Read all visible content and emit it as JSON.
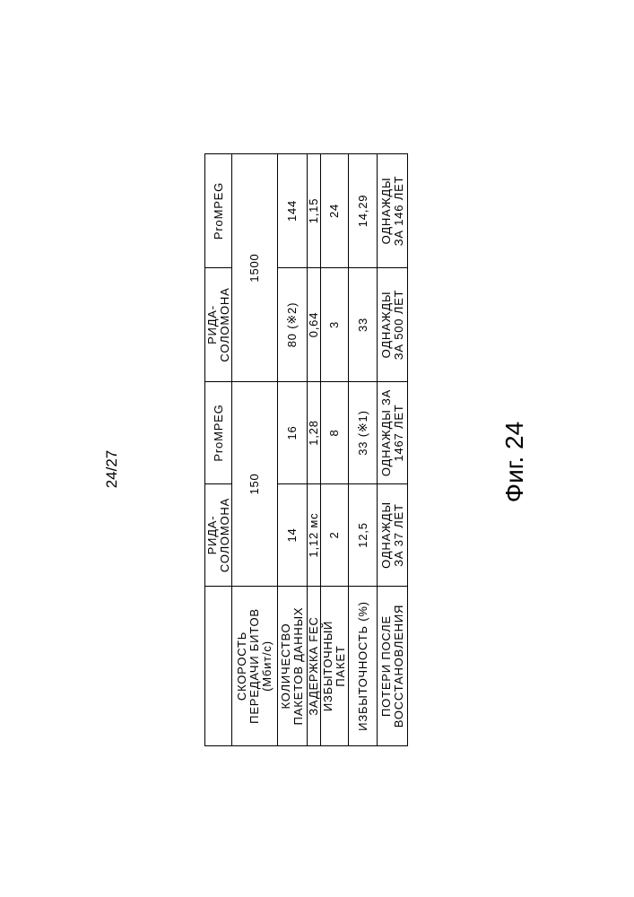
{
  "page_number": "24/27",
  "figure_caption": "Фиг. 24",
  "table": {
    "header": [
      "",
      "РИДА-\nСОЛОМОНА",
      "ProMPEG",
      "РИДА-\nСОЛОМОНА",
      "ProMPEG"
    ],
    "rows": [
      {
        "label": "СКОРОСТЬ\nПЕРЕДАЧИ БИТОВ\n(Мбит/с)",
        "group_values": [
          "150",
          "1500"
        ]
      },
      {
        "label": "КОЛИЧЕСТВО\nПАКЕТОВ ДАННЫХ",
        "values": [
          "14",
          "16",
          "80 (※2)",
          "144"
        ]
      },
      {
        "label": "ЗАДЕРЖКА FEC",
        "values": [
          "1,12 мс",
          "1,28",
          "0,64",
          "1,15"
        ]
      },
      {
        "label": "ИЗБЫТОЧНЫЙ\nПАКЕТ",
        "values": [
          "2",
          "8",
          "3",
          "24"
        ]
      },
      {
        "label": "ИЗБЫТОЧНОСТЬ (%)",
        "values": [
          "12,5",
          "33 (※1)",
          "33",
          "14,29"
        ]
      },
      {
        "label": "ПОТЕРИ ПОСЛЕ\nВОССТАНОВЛЕНИЯ",
        "values": [
          "ОДНАЖДЫ\nЗА 37 ЛЕТ",
          "ОДНАЖДЫ ЗА\n1467 ЛЕТ",
          "ОДНАЖДЫ\nЗА 500 ЛЕТ",
          "ОДНАЖДЫ\nЗА 146 ЛЕТ"
        ]
      }
    ]
  }
}
